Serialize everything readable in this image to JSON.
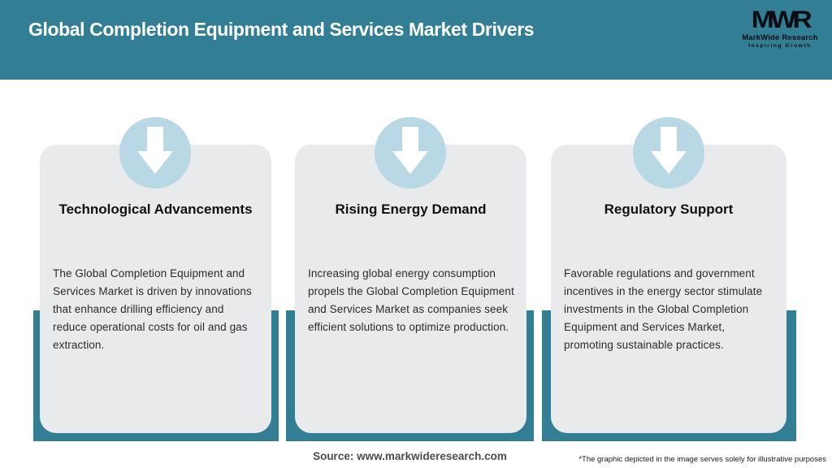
{
  "header": {
    "title": "Global Completion Equipment and Services Market Drivers",
    "logo": {
      "monogram": "MWR",
      "name": "MarkWide Research",
      "tagline": "Inspiring Growth"
    }
  },
  "cards": [
    {
      "title": "Technological Advancements",
      "body": "The Global Completion Equipment and Services Market is driven by innovations that enhance drilling efficiency and reduce operational costs for oil and gas extraction."
    },
    {
      "title": "Rising Energy Demand",
      "body": "Increasing global energy consumption propels the Global Completion Equipment and Services Market as companies seek efficient solutions to optimize production."
    },
    {
      "title": "Regulatory Support",
      "body": "Favorable regulations and government incentives in the energy sector stimulate investments in the Global Completion Equipment and Services Market, promoting sustainable practices."
    }
  ],
  "footer": {
    "source": "Source: www.markwideresearch.com",
    "disclaimer": "*The graphic depicted in the image serves solely for illustrative purposes"
  },
  "icons": {
    "card_icon": "down-arrow-icon"
  },
  "colors": {
    "teal": "#327e95",
    "circle_blue": "#b9d8e5",
    "card_gray": "#e8eaeb",
    "title_text": "#ffffff",
    "logo_text": "#0d0d14"
  }
}
